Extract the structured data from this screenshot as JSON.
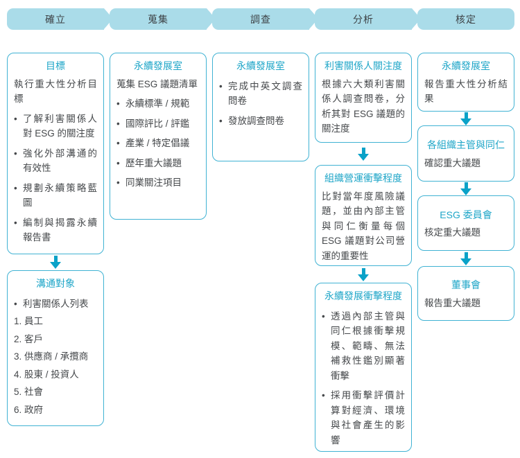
{
  "colors": {
    "header_fill": "#aadce9",
    "header_text": "#3e4347",
    "border": "#3fb2d3",
    "title": "#1fa6c8",
    "text": "#45484b",
    "arrow": "#0aa2c8"
  },
  "glyphs": {
    "bullet": "•"
  },
  "stages": [
    {
      "header": "確立",
      "boxes": [
        {
          "title": "目標",
          "lead": "執行重大性分析目標",
          "bullets": [
            "了解利害關係人對 ESG 的關注度",
            "強化外部溝通的有效性",
            "規劃永續策略藍圖",
            "編制與揭露永續報告書"
          ]
        },
        {
          "title": "溝通對象",
          "bullets": [
            "利害關係人列表"
          ],
          "items": [
            "1. 員工",
            "2. 客戶",
            "3. 供應商 / 承攬商",
            "4. 股東 / 投資人",
            "5. 社會",
            "6. 政府"
          ]
        }
      ]
    },
    {
      "header": "蒐集",
      "boxes": [
        {
          "title": "永續發展室",
          "lead": "蒐集 ESG 議題清單",
          "bullets": [
            "永續標準 / 規範",
            "國際評比 / 評鑑",
            "產業 / 特定倡議",
            "歷年重大議題",
            "同業關注項目"
          ]
        }
      ]
    },
    {
      "header": "調查",
      "boxes": [
        {
          "title": "永續發展室",
          "bullets": [
            "完成中英文調查問卷",
            "發放調查問卷"
          ]
        }
      ]
    },
    {
      "header": "分析",
      "boxes": [
        {
          "title": "利害關係人關注度",
          "body": "根據六大類利害關係人調查問卷，分析其對 ESG 議題的關注度"
        },
        {
          "title": "組織營運衝擊程度",
          "body": "比對當年度風險議題，並由內部主管與同仁衡量每個 ESG 議題對公司營運的重要性"
        },
        {
          "title": "永續發展衝擊程度",
          "bullets": [
            "透過內部主管與同仁根據衝擊規模、範疇、無法補救性鑑別顯著衝擊",
            "採用衝擊評價計算對經濟、環境與社會產生的影響"
          ]
        }
      ]
    },
    {
      "header": "核定",
      "boxes": [
        {
          "title": "永續發展室",
          "body": "報告重大性分析結果"
        },
        {
          "title": "各組織主管與同仁",
          "body": "確認重大議題"
        },
        {
          "title": "ESG 委員會",
          "body": "核定重大議題"
        },
        {
          "title": "董事會",
          "body": "報告重大議題"
        }
      ]
    }
  ]
}
